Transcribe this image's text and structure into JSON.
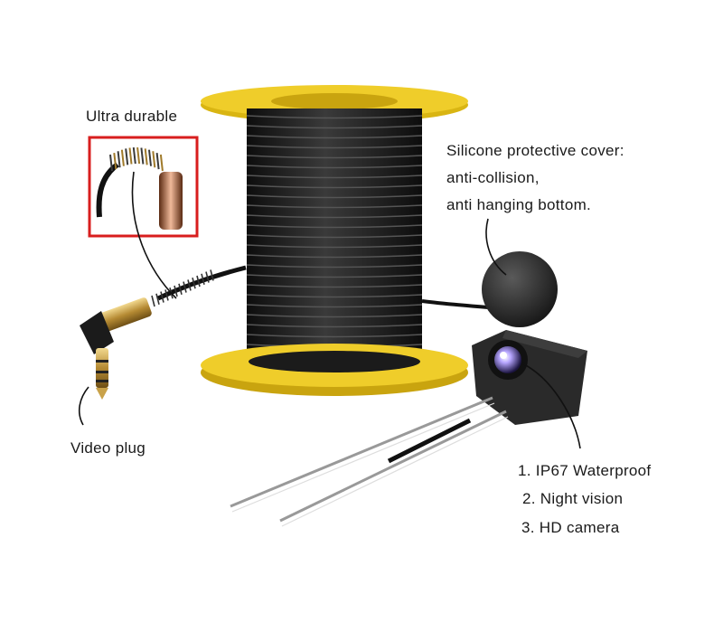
{
  "callouts": {
    "ultra_durable": "Ultra durable",
    "silicone_line1": "Silicone protective cover:",
    "silicone_line2": "anti-collision,",
    "silicone_line3": "anti hanging bottom.",
    "video_plug": "Video plug",
    "feature_1": "1. IP67 Waterproof",
    "feature_2": "2. Night vision",
    "feature_3": "3. HD camera"
  },
  "colors": {
    "spool_yellow": "#e8c31a",
    "cable_black": "#1b1b1b",
    "highlight_box": "#d81e1e",
    "plug_gold": "#c9a24a"
  }
}
